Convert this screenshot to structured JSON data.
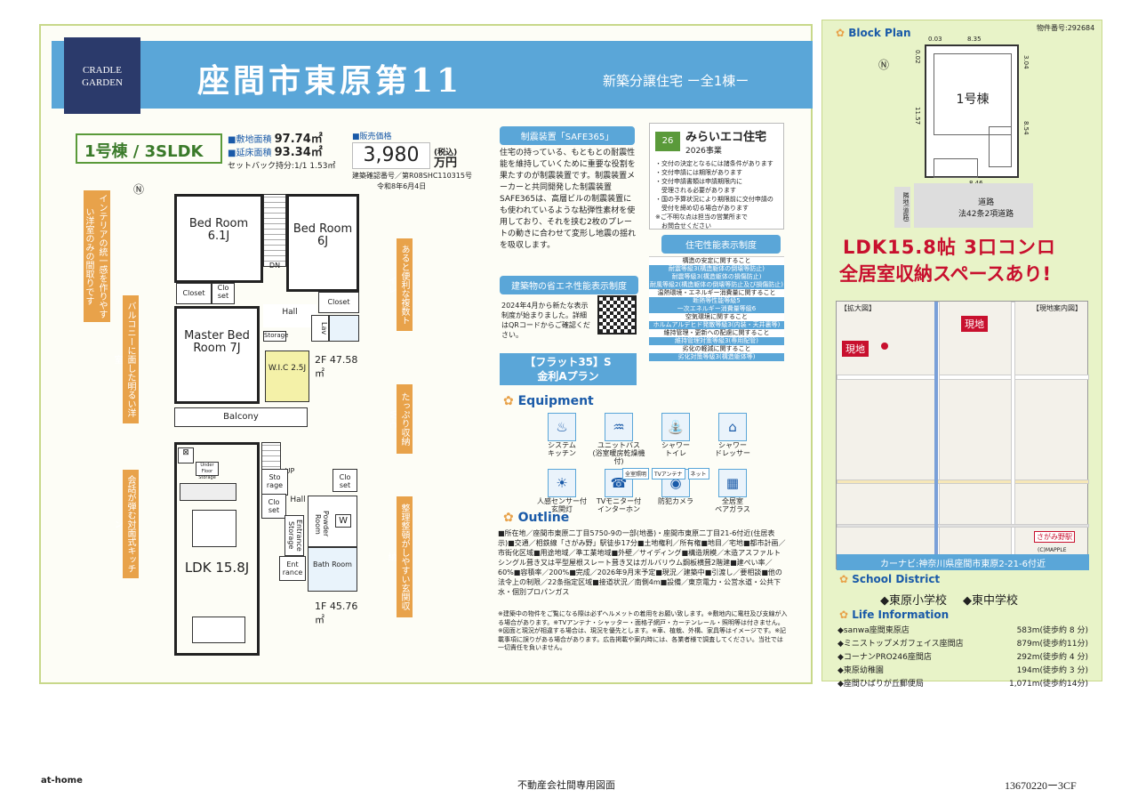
{
  "header": {
    "logo": "CRADLE\nGARDEN",
    "title": "座間市東原第11",
    "subtitle": "新築分譲住宅 ー全1棟ー"
  },
  "unit": {
    "number": "1号棟",
    "type": "3SLDK",
    "land_area_label": "■敷地面積",
    "land_area": "97.74㎡",
    "floor_area_label": "■延床面積",
    "floor_area": "93.34㎡",
    "setback": "セットバック持分:1/1 1.53㎡",
    "price_label": "■販売価格",
    "price": "3,980",
    "price_tax": "(税込)",
    "price_unit": "万円",
    "confirm_no": "建築確認番号／第R08SHC110315号",
    "confirm_date": "令和8年6月4日"
  },
  "floor2": {
    "rooms": [
      "Bed Room 6.1J",
      "Bed Room 6J",
      "Master Bed Room 7J",
      "W.I.C 2.5J",
      "Hall",
      "Closet",
      "Clo set",
      "Closet",
      "Storage",
      "DN",
      "Lav",
      "Balcony"
    ],
    "area": "2F 47.58㎡"
  },
  "floor1": {
    "rooms": [
      "LDK 15.8J",
      "Hall",
      "Sto rage",
      "Clo set",
      "Clo set",
      "Powder Room",
      "Bath Room",
      "Entrance Storage",
      "Ent rance",
      "UP",
      "W",
      "Under Floor Storage"
    ],
    "area": "1F 45.76㎡"
  },
  "callouts": [
    "インテリアの統一感を作りやすい洋室のみの間取りです",
    "あると便利な複数トイレ",
    "バルコニーに面した明るい洋室",
    "たっぷり収納W-C",
    "会話が弾む対面式キッチン",
    "整理整頓がしやすい玄関収納"
  ],
  "safe": {
    "title": "制震装置「SAFE365」",
    "text": "住宅の持っている、もともとの耐震性能を維持していくために重要な役割を果たすのが制震装置です。制震装置メーカーと共同開発した制震装置SAFE365は、高層ビルの制震装置にも使われているような粘弾性素材を使用しており、それを挟む2枚のプレートの動きに合わせて変形し地震の揺れを吸収します。"
  },
  "eco": {
    "title": "みらいエコ住宅",
    "sub": "2026事業",
    "badge": "26",
    "lines": [
      "・交付の決定となるには諸条件があります",
      "・交付申請には期限があります",
      "・交付申請書類は申請期限内に",
      "　受理される必要があります",
      "・国の予算状況により期限前に交付申請の",
      "　受付を締め切る場合があります",
      "※ご不明な点は担当の営業所まで",
      "　お問合せください"
    ]
  },
  "energy": {
    "title": "建築物の省エネ性能表示制度",
    "text": "2024年4月から新たな表示制度が始まりました。詳細はQRコードからご確認ください。"
  },
  "performance": {
    "title": "住宅性能表示制度",
    "rows": [
      {
        "head": "構造の安定に関すること",
        "items": [
          "耐震等級3(構造躯体の倒壊等防止)",
          "耐震等級3(構造躯体の損傷防止)",
          "耐風等級2(構造躯体の倒壊等防止及び損傷防止)"
        ]
      },
      {
        "head": "温熱環境・エネルギー消費量に関すること",
        "items": [
          "断熱等性能等級5",
          "一次エネルギー消費量等級6"
        ]
      },
      {
        "head": "空気環境に関すること",
        "items": [
          "ホルムアルデヒド発散等級3(内装・天井裏等)"
        ]
      },
      {
        "head": "維持管理・更新への配慮に関すること",
        "items": [
          "維持管理対策等級3(専用配管)"
        ]
      },
      {
        "head": "劣化の軽減に関すること",
        "items": [
          "劣化対策等級3(構造躯体等)"
        ]
      }
    ]
  },
  "flat35": {
    "line1": "【フラット35】S",
    "line2": "金利Aプラン"
  },
  "equipment": {
    "title": "Equipment",
    "items": [
      {
        "label": "システム\nキッチン",
        "icon": "kitchen-icon",
        "glyph": "♨"
      },
      {
        "label": "ユニットバス\n(浴室暖房乾燥機付)",
        "icon": "bath-icon",
        "glyph": "♒"
      },
      {
        "label": "シャワー\nトイレ",
        "icon": "toilet-icon",
        "glyph": "⛲"
      },
      {
        "label": "シャワー\nドレッサー",
        "icon": "dresser-icon",
        "glyph": "⌂"
      },
      {
        "label": "人感センサー付\n玄関灯",
        "icon": "sensor-light-icon",
        "glyph": "☀"
      },
      {
        "label": "TVモニター付\nインターホン",
        "icon": "intercom-icon",
        "glyph": "☎"
      },
      {
        "label": "防犯カメラ",
        "icon": "camera-icon",
        "glyph": "◉"
      },
      {
        "label": "全居室\nペアガラス",
        "icon": "window-icon",
        "glyph": "▦"
      }
    ],
    "badges": [
      "全室照明",
      "TVアンテナ",
      "ネット"
    ]
  },
  "outline": {
    "title": "Outline",
    "text": "■所在地／座間市東原二丁目5750-9の一部(地番)・座間市東原二丁目21-6付近(住居表示)■交通／相鉄線「さがみ野」駅徒歩17分■土地権利／所有権■地目／宅地■都市計画／市街化区域■用途地域／準工業地域■外壁／サイディング■構造規模／木造アスファルトシングル葺き又は平型屋根スレート葺き又はガルバリウム鋼板横葺2階建■建ぺい率／60%■容積率／200%■完成／2026年9月末予定■現況／建築中■引渡し／要相談■他の法令上の制限／22条指定区域■接道状況／南側4m■設備／東京電力・公営水道・公共下水・個別プロパンガス",
    "notes": "※建築中の物件をご覧になる際は必ずヘルメットの着用をお願い致します。※敷地内に電柱及び支線が入る場合があります。※TVアンテナ・シャッター・面格子網戸・カーテンレール・照明等は付きません。※図面と現況が相違する場合は、現況を優先とします。※車、植栽、外構、家具等はイメージです。※記載事項に誤りがある場合があります。広告掲載や案内時には、各業者様で調査してください。当社では一切責任を負いません。"
  },
  "block": {
    "title": "Block Plan",
    "property_no": "物件番号:292684",
    "unit": "1号棟",
    "dims": [
      "0.03",
      "8.35",
      "0.02",
      "3.04",
      "11.57",
      "8.54",
      "8.46"
    ],
    "road": "道路",
    "road_sub": "法42条2項道路",
    "side": "隣地(道路)"
  },
  "highlight": {
    "line1": "LDK15.8帖 3口コンロ",
    "line2": "全居室収納スペースあり!"
  },
  "map": {
    "left_label": "【拡大図】",
    "right_label": "【現地案内図】",
    "here": "現地",
    "station": "さがみ野駅",
    "navi": "カーナビ:神奈川県座間市東原2-21-6付近",
    "copyright": "(C)MAPPLE"
  },
  "school": {
    "title": "School District",
    "items": [
      "東原小学校",
      "東中学校"
    ]
  },
  "life": {
    "title": "Life Information",
    "items": [
      {
        "name": "sanwa座間東原店",
        "dist": "583m(徒歩約 8 分)"
      },
      {
        "name": "ミニストップメガフェイス座間店",
        "dist": "879m(徒歩約11分)"
      },
      {
        "name": "コーナンPRO246座間店",
        "dist": "292m(徒歩約 4 分)"
      },
      {
        "name": "東原幼稚園",
        "dist": "194m(徒歩約 3 分)"
      },
      {
        "name": "座間ひばりが丘郵便局",
        "dist": "1,071m(徒歩約14分)"
      }
    ]
  },
  "footer": {
    "left": "at-home",
    "center": "不動産会社間専用図面",
    "right": "13670220ー3CF"
  },
  "colors": {
    "accent": "#5aa6d8",
    "green": "#3a7a2a",
    "red": "#c8102e",
    "orange": "#e8a24a"
  }
}
